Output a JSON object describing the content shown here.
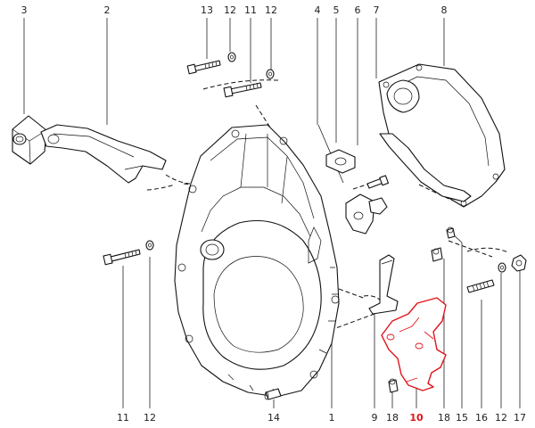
{
  "diagram": {
    "highlight_color": "#e1141b",
    "line_color": "#222222",
    "highlighted_part": "10",
    "callouts_top": [
      {
        "id": "c3",
        "label": "3"
      },
      {
        "id": "c2",
        "label": "2"
      },
      {
        "id": "c13",
        "label": "13"
      },
      {
        "id": "c12a",
        "label": "12"
      },
      {
        "id": "c11a",
        "label": "11"
      },
      {
        "id": "c12b",
        "label": "12"
      },
      {
        "id": "c4",
        "label": "4"
      },
      {
        "id": "c5",
        "label": "5"
      },
      {
        "id": "c6",
        "label": "6"
      },
      {
        "id": "c7",
        "label": "7"
      },
      {
        "id": "c8",
        "label": "8"
      }
    ],
    "callouts_bottom": [
      {
        "id": "c11b",
        "label": "11"
      },
      {
        "id": "c12c",
        "label": "12"
      },
      {
        "id": "c14",
        "label": "14"
      },
      {
        "id": "c1",
        "label": "1"
      },
      {
        "id": "c9",
        "label": "9"
      },
      {
        "id": "c18a",
        "label": "18"
      },
      {
        "id": "c10",
        "label": "10"
      },
      {
        "id": "c18b",
        "label": "18"
      },
      {
        "id": "c15",
        "label": "15"
      },
      {
        "id": "c16",
        "label": "16"
      },
      {
        "id": "c12d",
        "label": "12"
      },
      {
        "id": "c17",
        "label": "17"
      }
    ]
  }
}
